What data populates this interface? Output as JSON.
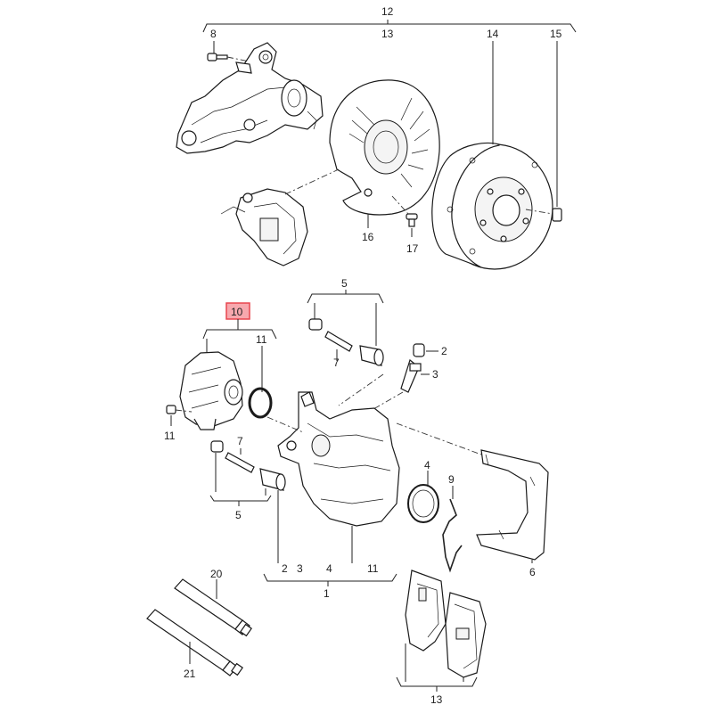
{
  "labels": {
    "p12": "12",
    "p13_top": "13",
    "p8": "8",
    "p14": "14",
    "p15": "15",
    "p16": "16",
    "p17": "17",
    "p5_top": "5",
    "p10": "10",
    "p11_a": "11",
    "p7_top": "7",
    "p2": "2",
    "p3": "3",
    "p11_b": "11",
    "p7_mid": "7",
    "p4": "4",
    "p9": "9",
    "p5_bottom": "5",
    "p6": "6",
    "p2_b": "2",
    "p3_b": "3",
    "p4_b": "4",
    "p11_c": "11",
    "p1": "1",
    "p20": "20",
    "p21": "21",
    "p13_bottom": "13"
  },
  "highlight": {
    "color": "#e8454f",
    "fill": "#f7a8ae"
  }
}
